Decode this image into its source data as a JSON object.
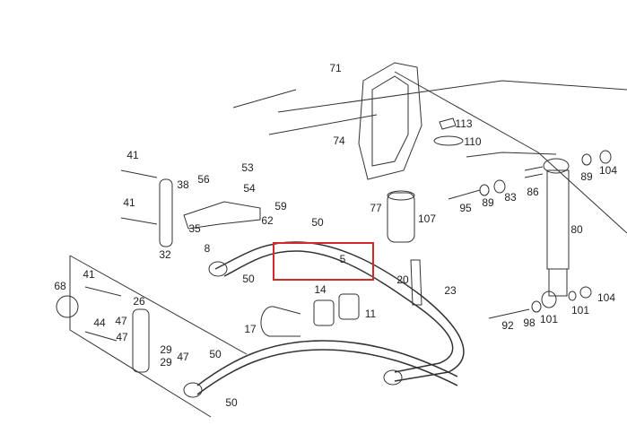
{
  "diagram": {
    "highlight_color": "#d02a2a",
    "highlighted_part": "5",
    "labels": [
      "71",
      "113",
      "110",
      "74",
      "41",
      "53",
      "38",
      "56",
      "54",
      "59",
      "62",
      "50",
      "35",
      "77",
      "107",
      "89",
      "104",
      "86",
      "83",
      "89",
      "95",
      "41",
      "32",
      "8",
      "50",
      "5",
      "20",
      "23",
      "80",
      "68",
      "41",
      "26",
      "14",
      "11",
      "104",
      "101",
      "101",
      "98",
      "92",
      "44",
      "47",
      "47",
      "17",
      "29",
      "47",
      "50",
      "29",
      "50"
    ]
  }
}
